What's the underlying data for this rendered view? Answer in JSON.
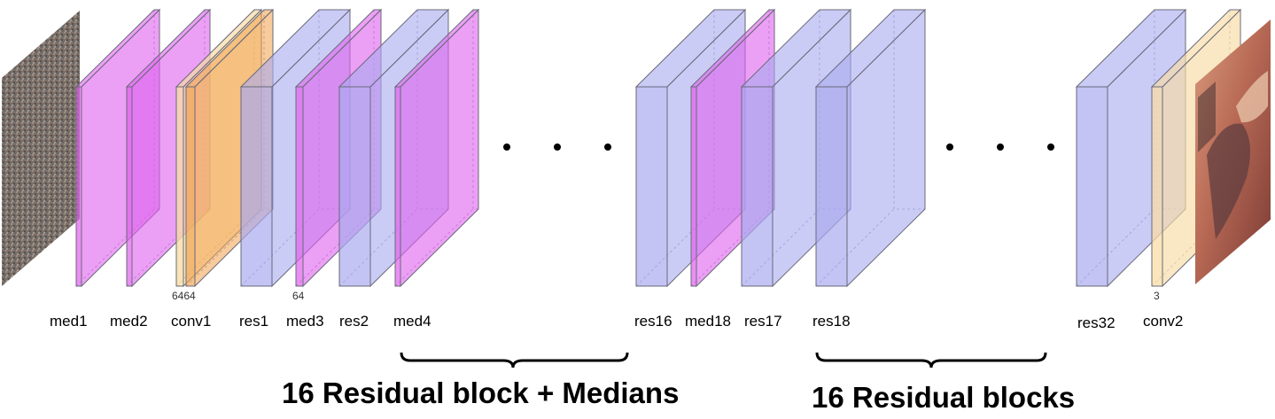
{
  "labels": {
    "med1": "med1",
    "med2": "med2",
    "conv1": "conv1",
    "res1": "res1",
    "med3": "med3",
    "res2": "res2",
    "med4": "med4",
    "res16": "res16",
    "med18": "med18",
    "res17": "res17",
    "res18": "res18",
    "res32": "res32",
    "conv2": "conv2"
  },
  "dims": {
    "conv1": "6464",
    "med3": "64",
    "conv2": "3"
  },
  "groups": {
    "first": "16 Residual block + Medians",
    "second": "16 Residual blocks"
  },
  "images": {
    "input": "noisy-input-image",
    "output": "denoised-output-image"
  },
  "colors": {
    "median": "#e060ee",
    "residual": "#a9aaf0",
    "conv": "#f0a14a",
    "conv_light": "#f8dca5",
    "edge": "#6a6a7a"
  }
}
